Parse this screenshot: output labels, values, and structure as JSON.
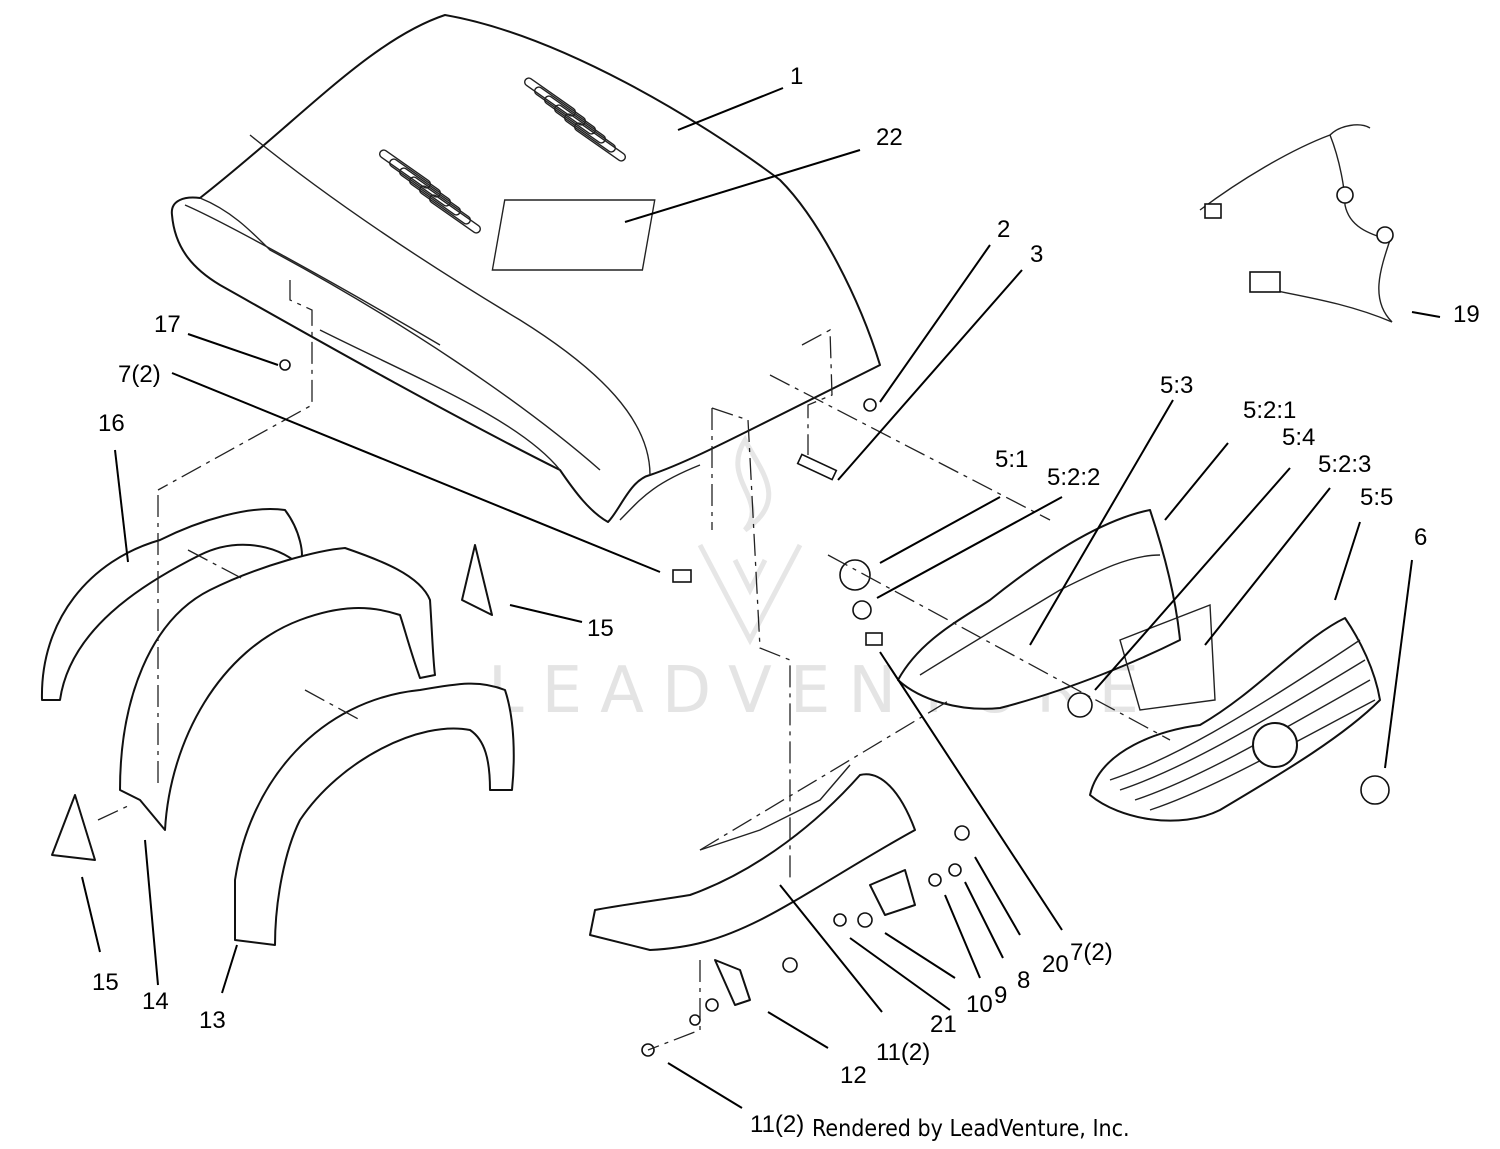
{
  "diagram": {
    "watermark": "LEADVENTURE",
    "credit": "Rendered by LeadVenture, Inc.",
    "callouts": {
      "c1": "1",
      "c22": "22",
      "c2": "2",
      "c3": "3",
      "c19": "19",
      "c17": "17",
      "c7a": "7(2)",
      "c16": "16",
      "c15a": "15",
      "c53": "5:3",
      "c521": "5:2:1",
      "c54": "5:4",
      "c51": "5:1",
      "c522": "5:2:2",
      "c523": "5:2:3",
      "c55": "5:5",
      "c6": "6",
      "c15b": "15",
      "c14": "14",
      "c13": "13",
      "c7b": "7(2)",
      "c20": "20",
      "c8": "8",
      "c9": "9",
      "c10": "10",
      "c21": "21",
      "c11a": "11(2)",
      "c12": "12",
      "c11b": "11(2)"
    }
  }
}
